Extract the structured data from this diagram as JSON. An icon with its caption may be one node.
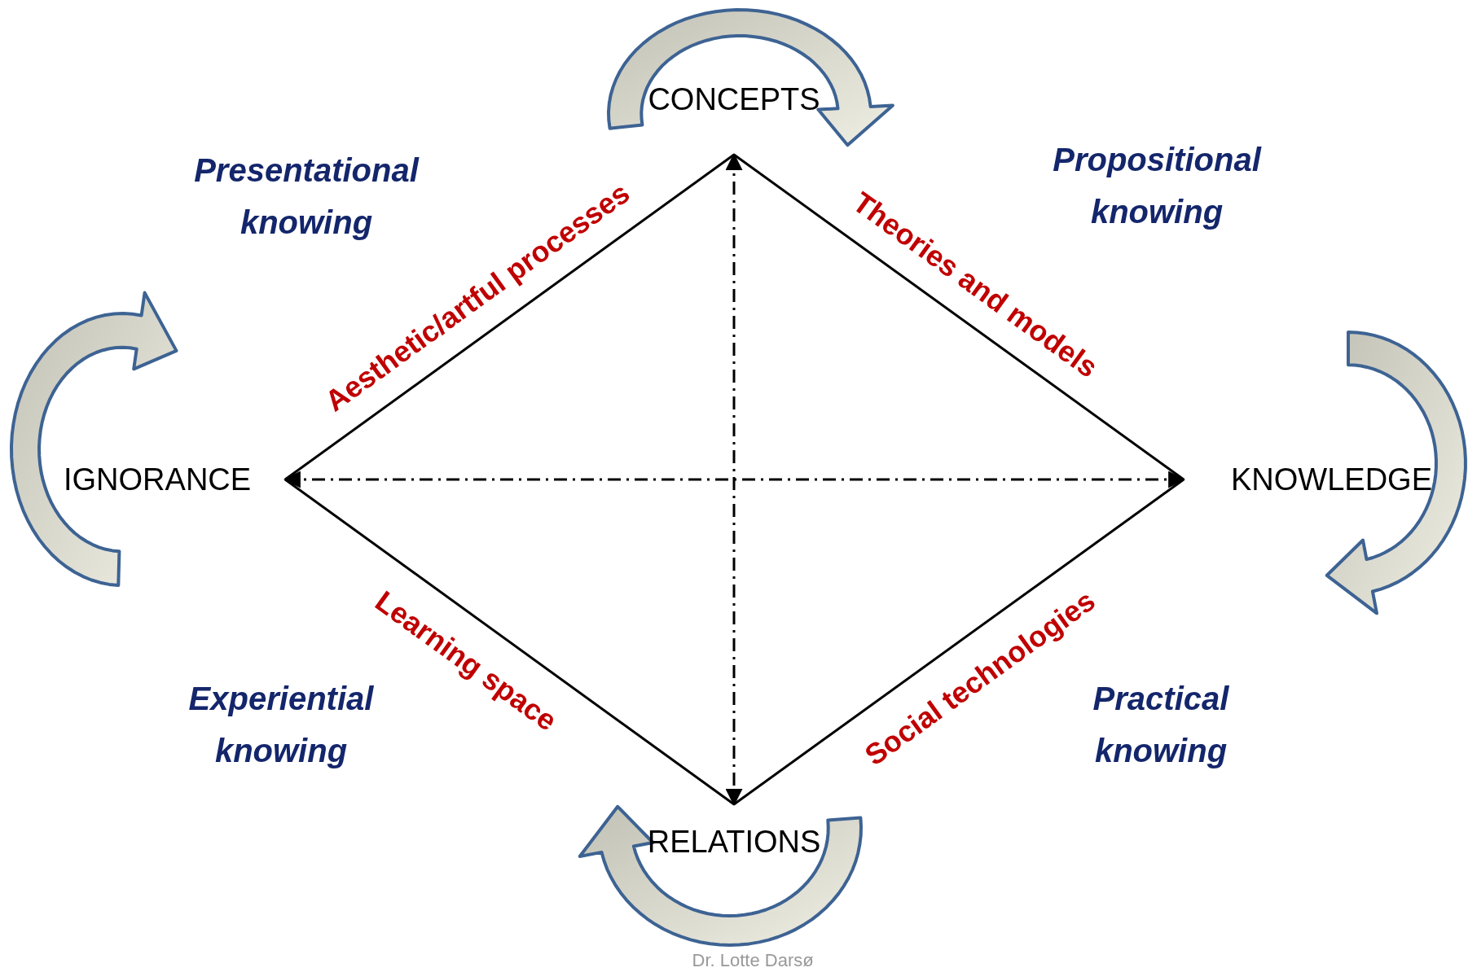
{
  "diagram": {
    "nodes": [
      {
        "text": [
          "CONCEPTS"
        ]
      },
      {
        "text": [
          "IGNORANCE"
        ]
      },
      {
        "text": [
          "KNOWLEDGE"
        ]
      },
      {
        "text": [
          "RELATIONS"
        ]
      }
    ],
    "edges": [
      {
        "from": 1,
        "to": 0,
        "arrow": "none",
        "label": "Aesthetic/artful processes"
      },
      {
        "from": 0,
        "to": 2,
        "arrow": "none",
        "label": "Theories and models"
      },
      {
        "from": 1,
        "to": 3,
        "arrow": "none",
        "label": "Learning space"
      },
      {
        "from": 3,
        "to": 2,
        "arrow": "none",
        "label": "Social technologies"
      },
      {
        "from": 0,
        "to": 3,
        "arrow": "both",
        "style": "dashed"
      },
      {
        "from": 1,
        "to": 2,
        "arrow": "both",
        "style": "dashed"
      }
    ],
    "labels": [
      "Presentational knowing",
      "Propositional knowing",
      "Experiential knowing",
      "Practical knowing",
      "Dr. Lotte Darsø"
    ]
  }
}
